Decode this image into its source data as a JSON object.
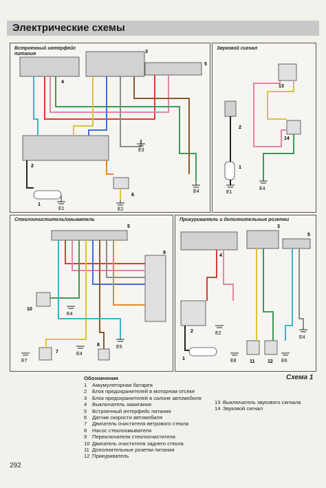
{
  "header": {
    "title": "Электрические схемы"
  },
  "panels": [
    {
      "title": "Встроенный интерфейс питания"
    },
    {
      "title": "Звуковой сигнал"
    },
    {
      "title": "Стеклоочиститель/омыватель"
    },
    {
      "title": "Прикуриватель и дополнительные розетки"
    }
  ],
  "legend": {
    "heading": "Обозначения",
    "items": [
      {
        "num": "1",
        "text": "Аккумуляторная батарея"
      },
      {
        "num": "2",
        "text": "Блок предохранителей в моторном отсеке"
      },
      {
        "num": "3",
        "text": "Блок предохранителей в салоне автомобиля"
      },
      {
        "num": "4",
        "text": "Выключатель зажигания"
      },
      {
        "num": "5",
        "text": "Встроенный интерфейс питания"
      },
      {
        "num": "6",
        "text": "Датчик скорости автомобиля"
      },
      {
        "num": "7",
        "text": "Двигатель очистителя ветрового стекла"
      },
      {
        "num": "8",
        "text": "Насос стеклоомывателя"
      },
      {
        "num": "9",
        "text": "Переключатели стеклоочистителя"
      },
      {
        "num": "10",
        "text": "Двигатель очистителя заднего стекла"
      },
      {
        "num": "11",
        "text": "Дополнительные розетки питания"
      },
      {
        "num": "12",
        "text": "Прикуриватель"
      }
    ],
    "items_right": [
      {
        "num": "13",
        "text": "Выключатель звукового сигнала"
      },
      {
        "num": "14",
        "text": "Звуковой сигнал"
      }
    ]
  },
  "scheme_label": "Схема 1",
  "page_number": "292",
  "diagram_labels": {
    "grounds": [
      "E1",
      "E2",
      "E3",
      "E4",
      "E1",
      "E4",
      "E7",
      "E4",
      "E4",
      "E5",
      "E2",
      "E8",
      "E6",
      "E4"
    ],
    "callouts": [
      "1",
      "2",
      "3",
      "4",
      "5",
      "6",
      "1",
      "2",
      "13",
      "14",
      "5",
      "7",
      "8",
      "9",
      "10",
      "1",
      "2",
      "3",
      "4",
      "11",
      "12",
      "5"
    ]
  },
  "colors": {
    "red": "#d83a3a",
    "pink": "#e583a8",
    "green": "#3a9a55",
    "yellow": "#d9c23a",
    "blue": "#3a6ed8",
    "brown": "#8a5a30",
    "gray": "#8c8c8c",
    "black": "#222222",
    "cyan": "#3bb3c8",
    "orange": "#e08a2a"
  }
}
